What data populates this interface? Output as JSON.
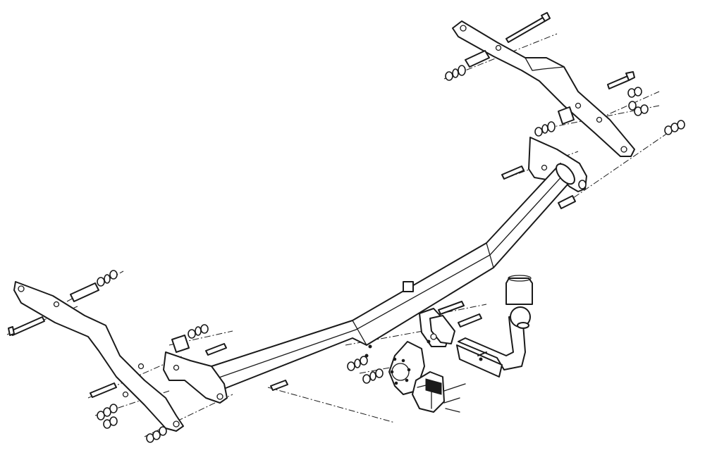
{
  "diagram": {
    "type": "exploded-assembly",
    "subject": "tow bar",
    "parts": [
      "cross-member-beam",
      "left-side-bracket",
      "right-side-bracket",
      "tow-ball-neck",
      "tow-ball",
      "ball-cap",
      "socket-plate",
      "electrical-socket",
      "bolts",
      "nuts",
      "washers",
      "spacer-sleeves"
    ]
  }
}
